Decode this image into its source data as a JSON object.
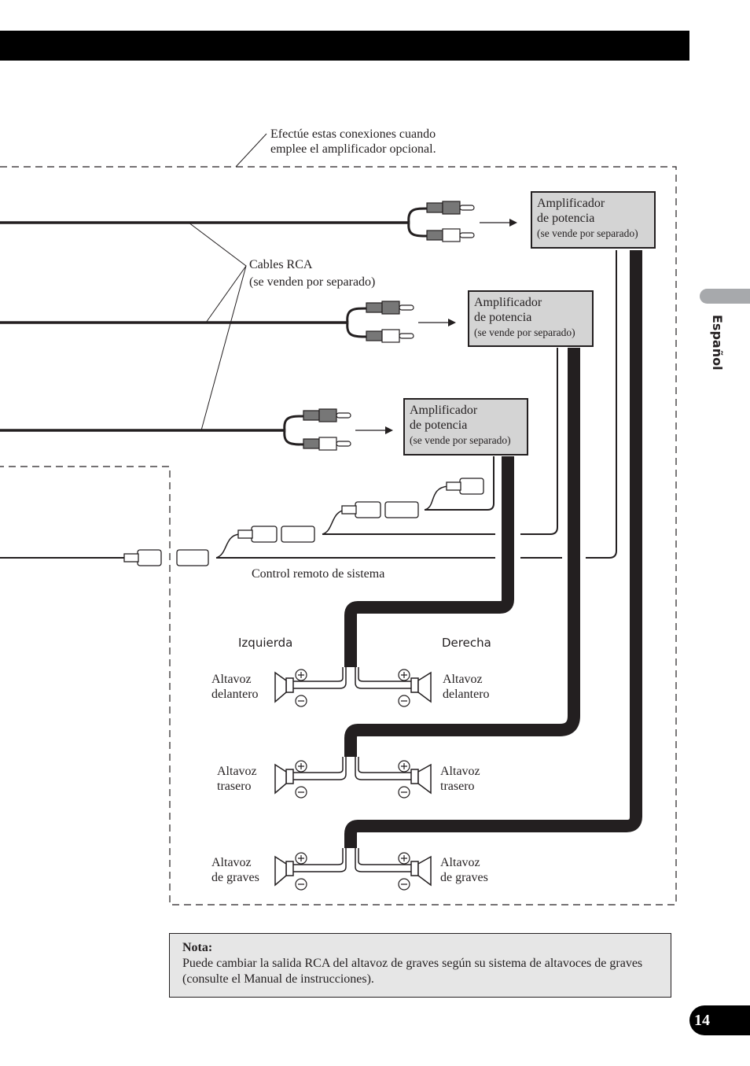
{
  "header": {
    "optional_note": [
      "Efectúe estas conexiones cuando",
      "emplee el amplificador opcional."
    ]
  },
  "rca": {
    "label": "Cables RCA",
    "sublabel": "(se venden por separado)"
  },
  "amplifiers": [
    {
      "title": "Amplificador",
      "subtitle": "de potencia",
      "note": "(se vende por separado)"
    },
    {
      "title": "Amplificador",
      "subtitle": "de potencia",
      "note": "(se vende por separado)"
    },
    {
      "title": "Amplificador",
      "subtitle": "de potencia",
      "note": "(se vende por separado)"
    }
  ],
  "remote": {
    "label": "Control remoto de sistema"
  },
  "channels": {
    "left": "Izquierda",
    "right": "Derecha"
  },
  "speakers": {
    "front": {
      "left": [
        "Altavoz",
        "delantero"
      ],
      "right": [
        "Altavoz",
        "delantero"
      ]
    },
    "rear": {
      "left": [
        "Altavoz",
        "trasero"
      ],
      "right": [
        "Altavoz",
        "trasero"
      ]
    },
    "sub": {
      "left": [
        "Altavoz",
        "de graves"
      ],
      "right": [
        "Altavoz",
        "de graves"
      ]
    }
  },
  "polarity": {
    "plus": "+",
    "minus": "−"
  },
  "side_tab": {
    "language": "Español"
  },
  "nota": {
    "title": "Nota:",
    "text": "Puede cambiar la salida RCA del altavoz de graves según su sistema de altavoces de graves (consulte el Manual de instrucciones)."
  },
  "page_number": "14"
}
